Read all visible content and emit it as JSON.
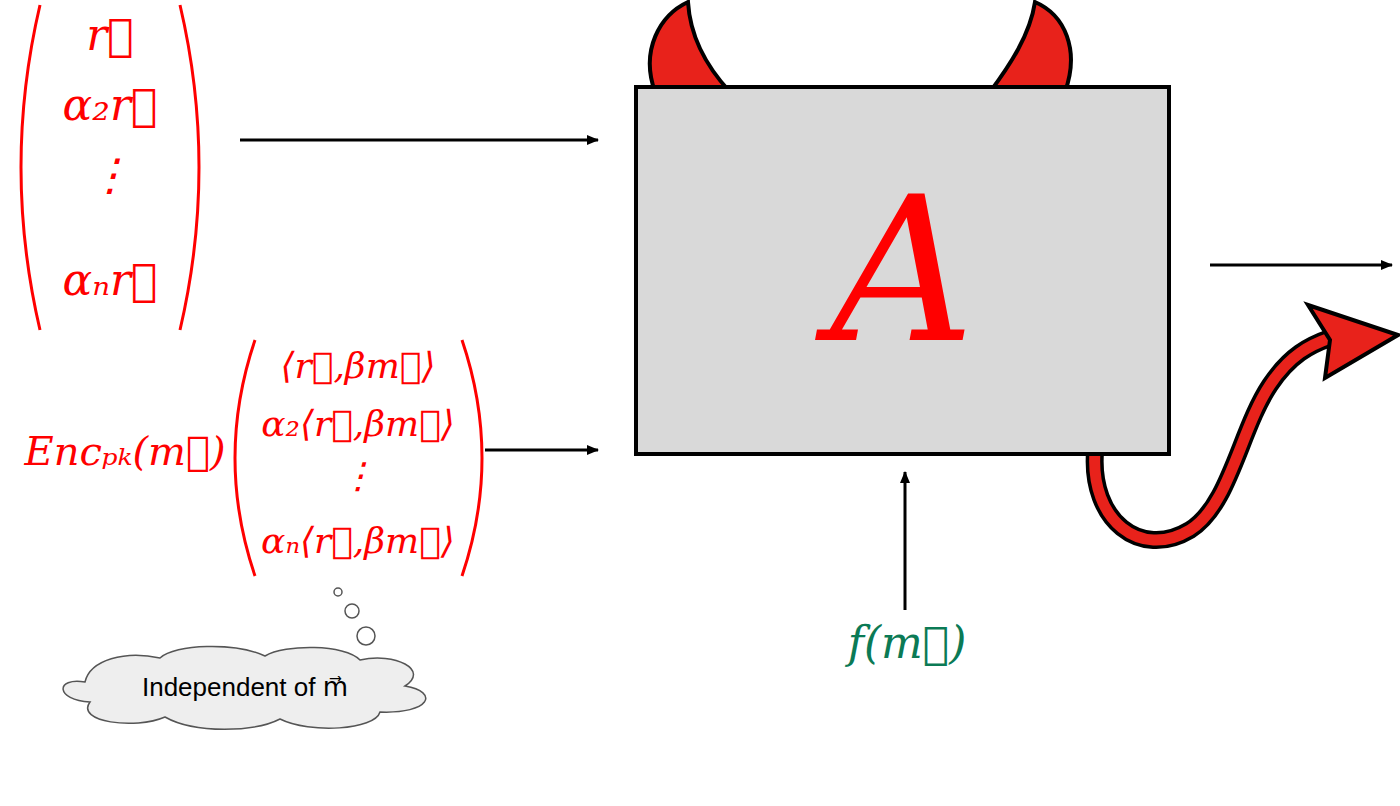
{
  "diagram": {
    "nodes": [
      {
        "text": [
          "A"
        ]
      },
      {
        "text": [
          "Independent of m⃗"
        ]
      }
    ],
    "labels": [
      "r⃗",
      "α₂r⃗",
      "⋮",
      "αₙr⃗",
      "Encₚₖ(m⃗)",
      "⟨r⃗,βm⃗⟩",
      "α₂⟨r⃗,βm⃗⟩",
      "⋮",
      "αₙ⟨r⃗,βm⃗⟩",
      "f(m⃗)"
    ]
  }
}
